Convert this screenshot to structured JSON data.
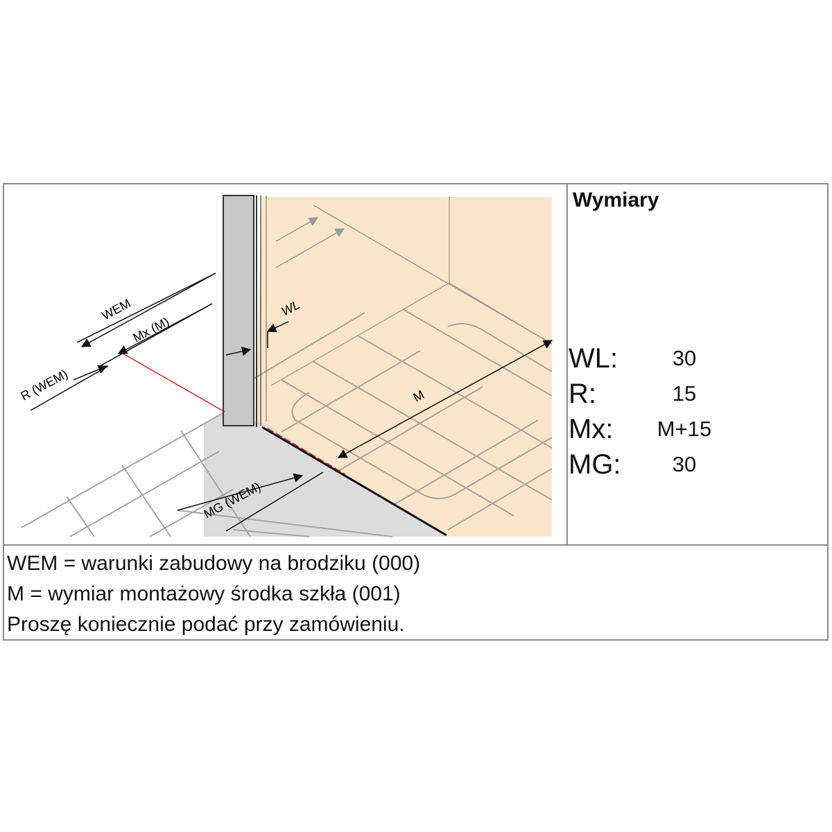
{
  "diagram": {
    "labels": {
      "wem": "WEM",
      "mx": "Mx (M)",
      "r": "R (WEM)",
      "wl": "WL",
      "m": "M",
      "mg": "MG (WEM)"
    },
    "colors": {
      "wall": "#f9e5cb",
      "tile_lines": "#9a9a9a",
      "glass": "#c8c8c8",
      "floor": "#dcdcdc",
      "red_line": "#cc2222"
    }
  },
  "panel": {
    "title": "Wymiary",
    "dimensions": [
      {
        "name": "WL:",
        "value": "30"
      },
      {
        "name": "R:",
        "value": "15"
      },
      {
        "name": "Mx:",
        "value": "M+15"
      },
      {
        "name": "MG:",
        "value": "30"
      }
    ]
  },
  "notes": [
    "WEM = warunki zabudowy na brodziku (000)",
    "M = wymiar montażowy środka szkła (001)",
    "Proszę koniecznie podać przy zamówieniu."
  ]
}
